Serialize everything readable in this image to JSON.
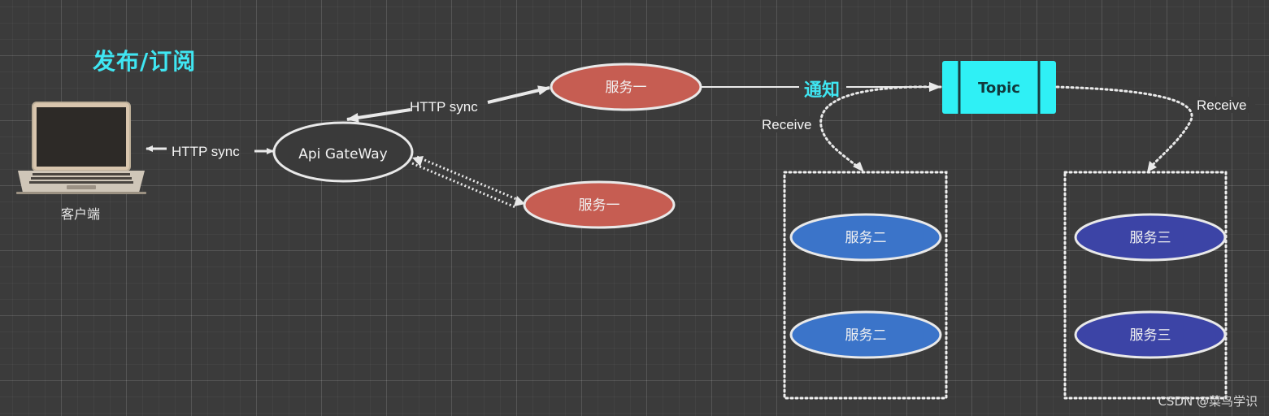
{
  "title": "发布/订阅",
  "client": {
    "label": "客户端",
    "icon": "laptop-icon"
  },
  "gateway": {
    "label": "Api GateWay"
  },
  "services": {
    "service_1_top": "服务一",
    "service_1_bottom": "服务一",
    "service_2_top": "服务二",
    "service_2_bottom": "服务二",
    "service_3_top": "服务三",
    "service_3_bottom": "服务三"
  },
  "topic": {
    "label": "Topic"
  },
  "edges": {
    "client_gateway": "HTTP sync",
    "gateway_service1": "HTTP sync",
    "notify": "通知",
    "receive_left": "Receive",
    "receive_right": "Receive"
  },
  "watermark": "CSDN @菜鸟学识",
  "colors": {
    "background": "#3b3b3b",
    "title": "#3fe6f2",
    "topic_fill": "#2ff0f5",
    "service_1": "#c65d52",
    "service_2": "#3b74c9",
    "service_3": "#3c44a6",
    "stroke": "#e9e9e9"
  }
}
